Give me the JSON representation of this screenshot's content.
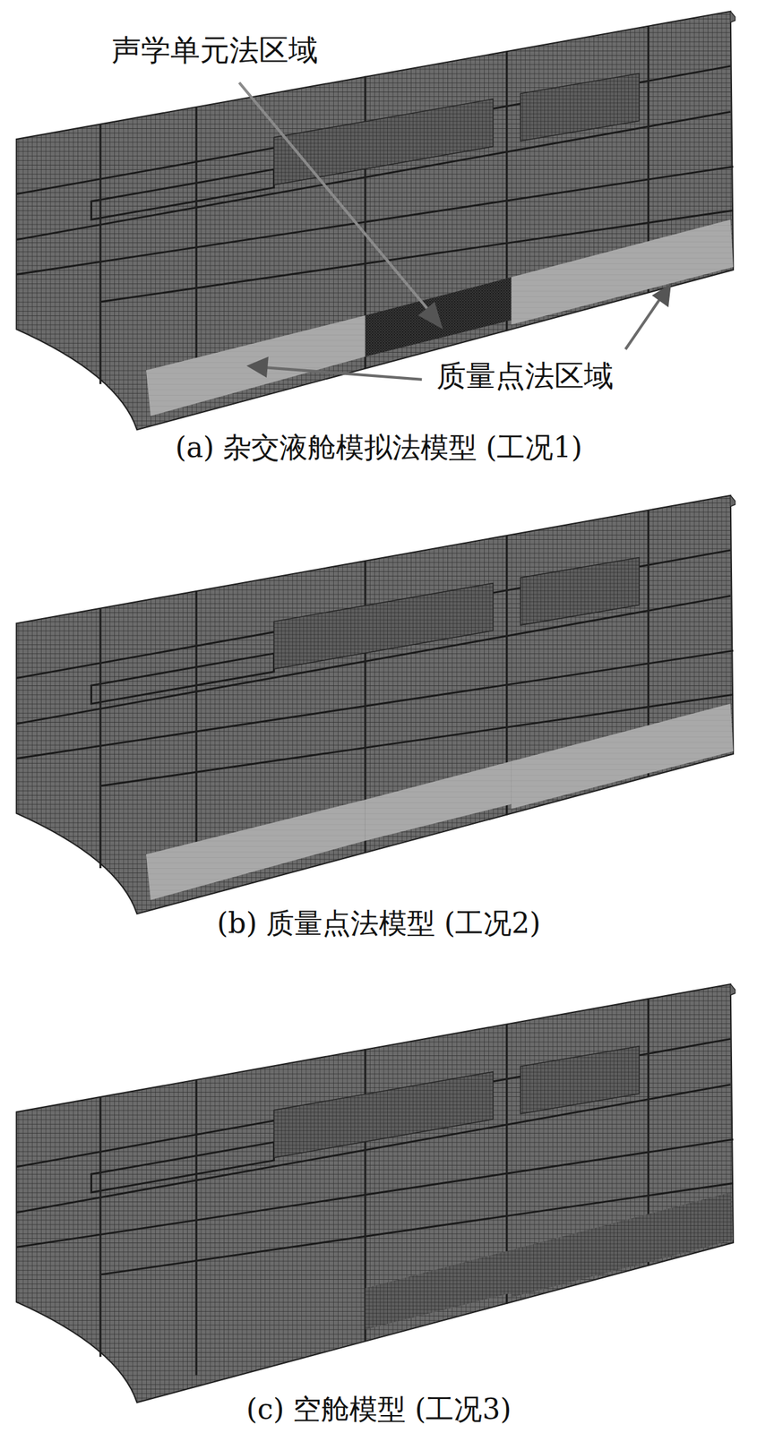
{
  "diagram": {
    "labels": [
      "声学单元法区域",
      "质量点法区域",
      "(a) 杂交液舱模拟法模型 (工况1)",
      "(b) 质量点法模型 (工况2)",
      "(c) 空舱模型 (工况3)"
    ]
  }
}
